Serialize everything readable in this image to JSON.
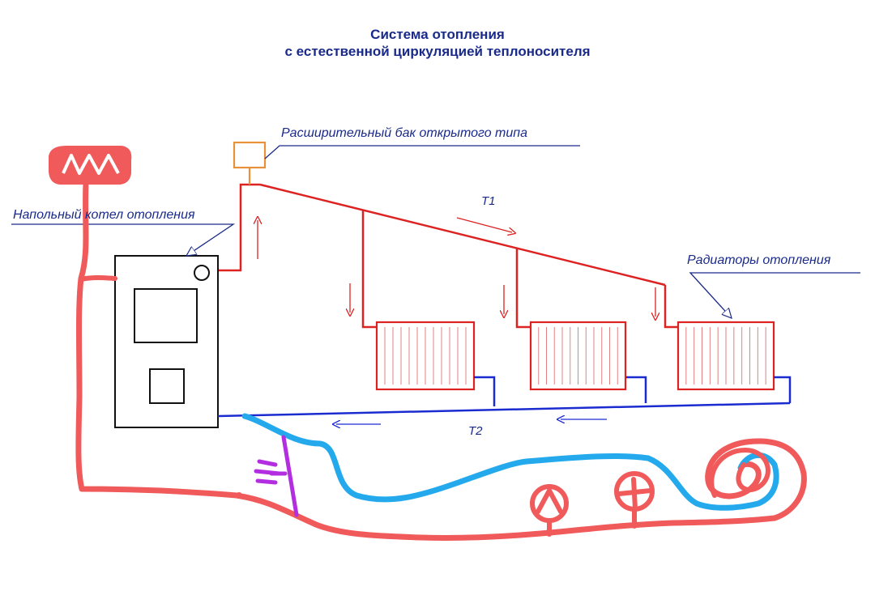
{
  "title": {
    "line1": "Система отопления",
    "line2": "с естественной циркуляцией теплоносителя"
  },
  "labels": {
    "expansion_tank": "Расширительный бак открытого типа",
    "boiler": "Напольный котел отопления",
    "radiators": "Радиаторы отопления",
    "supply": "T1",
    "return": "T2"
  },
  "colors": {
    "supply_pipe": "#dd2222",
    "return_pipe": "#1a2bd0",
    "label_text": "#1a2a8a",
    "tank": "#e8903a",
    "marker_red": "#f05a5a",
    "marker_blue": "#23a9ec",
    "marker_purple": "#b22ee0",
    "boiler_outline": "#111111"
  },
  "icons": {
    "radiator": "radiator-icon",
    "expansion_tank": "expansion-tank-icon",
    "boiler": "boiler-icon",
    "flow_arrow": "arrow-icon",
    "pump": "pump-icon",
    "valve": "valve-icon",
    "floor_coil": "floor-heating-coil-icon",
    "solar_collector": "collector-icon"
  }
}
